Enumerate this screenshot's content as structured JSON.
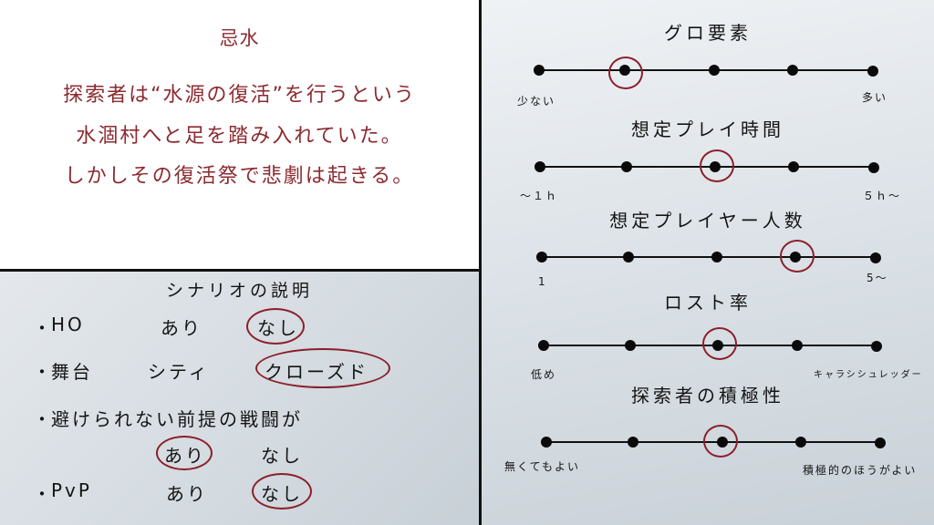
{
  "intro": {
    "title": "忌水",
    "lines": [
      "探索者は“水源の復活”を行うという",
      "水涸村へと足を踏み入れていた。",
      "しかしその復活祭で悲劇は起きる。"
    ],
    "text_color": "#8b2a30"
  },
  "description": {
    "title": "シナリオの説明",
    "rows": [
      {
        "bullet": "・",
        "label": "HO",
        "options": [
          "あり",
          "なし"
        ],
        "selected": "なし"
      },
      {
        "bullet": "・",
        "label": "舞台",
        "options": [
          "シティ",
          "クローズド"
        ],
        "selected": "クローズド"
      },
      {
        "bullet": "・",
        "label": "避けられない前提の戦闘が",
        "options": [
          "あり",
          "なし"
        ],
        "selected": "あり"
      },
      {
        "bullet": "・",
        "label": "PvP",
        "options": [
          "あり",
          "なし"
        ],
        "selected": "なし"
      }
    ]
  },
  "scales": [
    {
      "title": "グロ要素",
      "left_label": "少ない",
      "right_label": "多い",
      "points": 5,
      "selected_index": 1
    },
    {
      "title": "想定プレイ時間",
      "left_label": "～１ｈ",
      "right_label": "５ｈ～",
      "points": 5,
      "selected_index": 2
    },
    {
      "title": "想定プレイヤー人数",
      "left_label": "1",
      "right_label": "5～",
      "points": 5,
      "selected_index": 3
    },
    {
      "title": "ロスト率",
      "left_label": "低め",
      "right_label": "キャラシシュレッダー",
      "points": 5,
      "selected_index": 2
    },
    {
      "title": "探索者の積極性",
      "left_label": "無くてもよい",
      "right_label": "積極的のほうがよい",
      "points": 5,
      "selected_index": 2
    }
  ],
  "colors": {
    "accent_red": "#8b1f28",
    "divider": "#111111"
  }
}
